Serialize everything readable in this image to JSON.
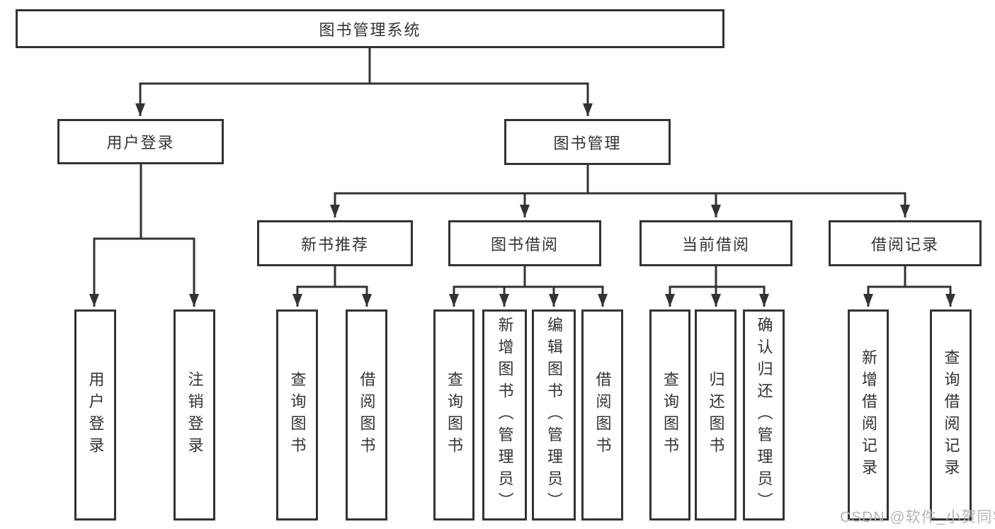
{
  "diagram": {
    "root": {
      "label": "图书管理系统"
    },
    "branches": [
      {
        "label": "用户登录",
        "children": [
          {
            "label": "用户登录"
          },
          {
            "label": "注销登录"
          }
        ]
      },
      {
        "label": "图书管理",
        "children": [
          {
            "label": "新书推荐",
            "children": [
              {
                "label": "查询图书"
              },
              {
                "label": "借阅图书"
              }
            ]
          },
          {
            "label": "图书借阅",
            "children": [
              {
                "label": "查询图书"
              },
              {
                "label": "新增图书（管理员）"
              },
              {
                "label": "编辑图书（管理员）"
              },
              {
                "label": "借阅图书"
              }
            ]
          },
          {
            "label": "当前借阅",
            "children": [
              {
                "label": "查询图书"
              },
              {
                "label": "归还图书"
              },
              {
                "label": "确认归还（管理员）"
              }
            ]
          },
          {
            "label": "借阅记录",
            "children": [
              {
                "label": "新增借阅记录"
              },
              {
                "label": "查询借阅记录"
              }
            ]
          }
        ]
      }
    ]
  },
  "watermark": {
    "text": "CSDN @软件_小贺同学"
  },
  "colors": {
    "line": "#333333",
    "box_border": "#333333",
    "text": "#333333",
    "watermark": "#b4b4b4",
    "background": "#ffffff"
  }
}
